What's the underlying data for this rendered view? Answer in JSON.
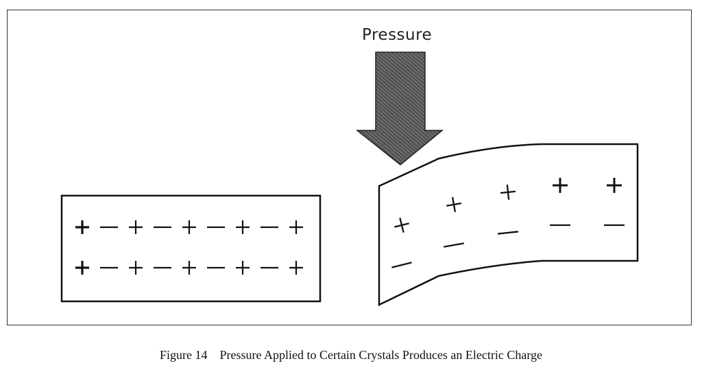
{
  "diagram": {
    "pressure_label": "Pressure",
    "left_crystal": {
      "rows": [
        [
          "+",
          "−",
          "+",
          "−",
          "+",
          "−",
          "+",
          "−",
          "+"
        ],
        [
          "+",
          "−",
          "+",
          "−",
          "+",
          "−",
          "+",
          "−",
          "+"
        ]
      ]
    },
    "right_crystal": {
      "positive_charges": [
        "+",
        "+",
        "+",
        "+",
        "+"
      ],
      "negative_charges": [
        "−",
        "−",
        "−",
        "−",
        "−"
      ]
    }
  },
  "caption": {
    "figure_number": "Figure 14",
    "text": "Pressure Applied to Certain Crystals Produces an Electric Charge"
  },
  "colors": {
    "arrow_fill": "#555555",
    "line": "#111111"
  }
}
